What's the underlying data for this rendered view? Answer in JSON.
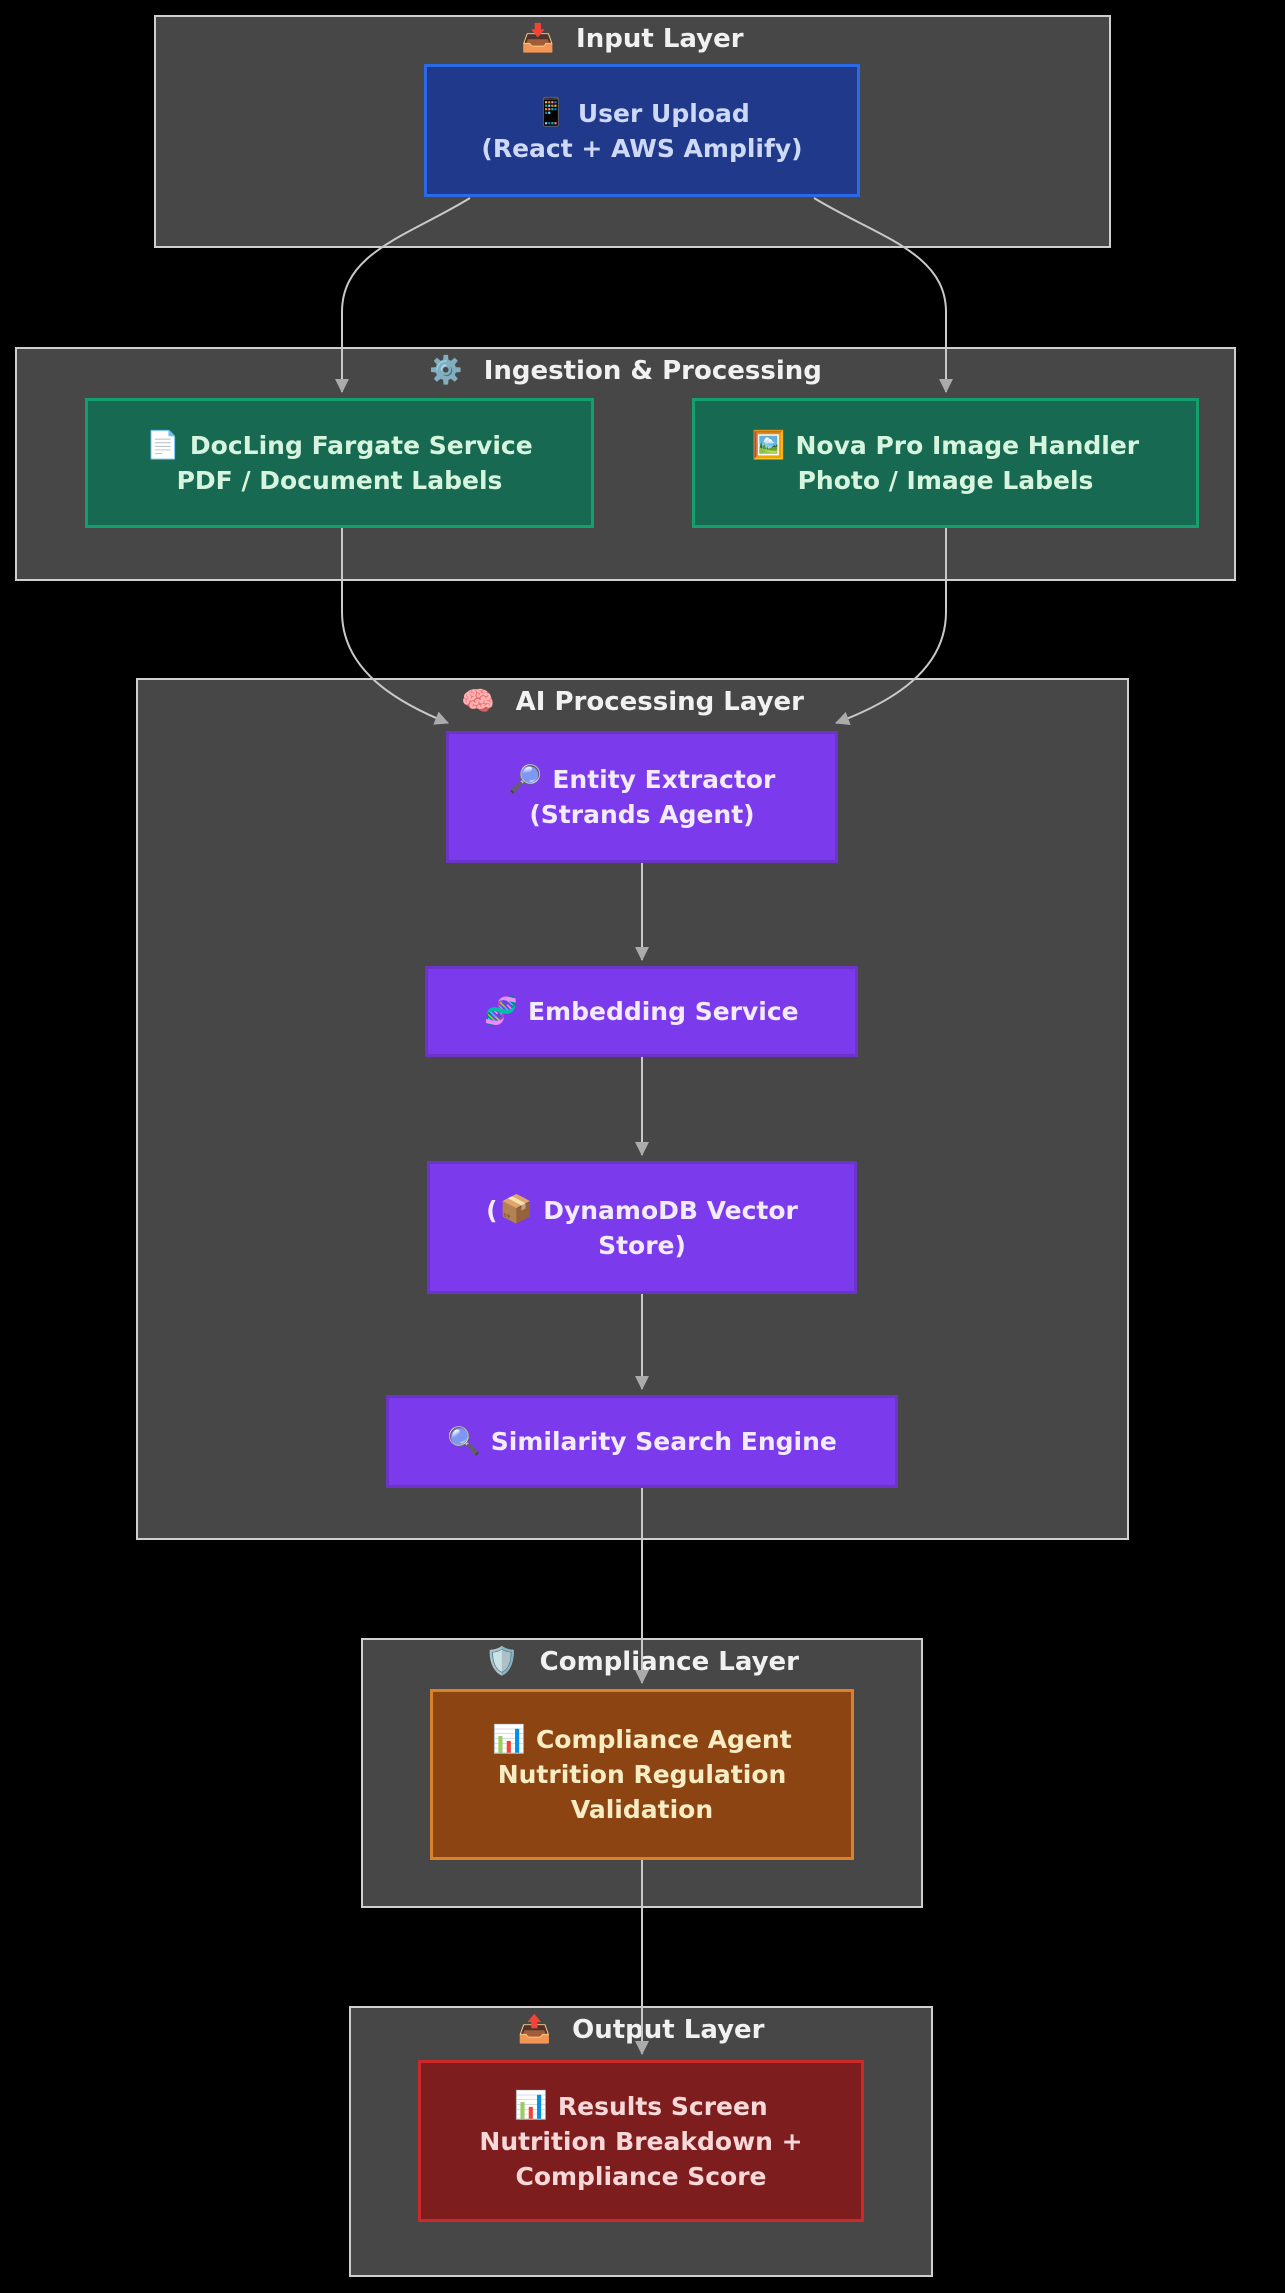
{
  "diagram": {
    "type": "flowchart",
    "background": "#000000",
    "edge_color": "#c9c9c9",
    "arrowhead_color": "#ababab",
    "container_fill": "#474747",
    "container_border": "#cfcfcf"
  },
  "layers": {
    "input": {
      "icon": "📥",
      "title": "Input Layer"
    },
    "ingestion": {
      "icon": "⚙️",
      "title": "Ingestion & Processing"
    },
    "ai": {
      "icon": "🧠",
      "title": "AI Processing Layer"
    },
    "compliance": {
      "icon": "🛡️",
      "title": "Compliance Layer"
    },
    "output": {
      "icon": "📤",
      "title": "Output Layer"
    }
  },
  "nodes": {
    "user_upload": {
      "icon": "📱",
      "line1": "User Upload",
      "line2": "(React + AWS Amplify)",
      "fill": "#21398a",
      "border": "#2a6ae8",
      "text_color": "#cdd9f7"
    },
    "docling": {
      "icon": "📄",
      "line1": "DocLing Fargate Service",
      "line2": "PDF / Document Labels",
      "fill": "#176a51",
      "border": "#13a06c",
      "text_color": "#d6f4de"
    },
    "nova": {
      "icon": "🖼️",
      "line1": "Nova Pro Image Handler",
      "line2": "Photo / Image Labels",
      "fill": "#176a51",
      "border": "#13a06c",
      "text_color": "#d6f4de"
    },
    "entity": {
      "icon": "🔎",
      "line1": "Entity Extractor",
      "line2": "(Strands Agent)",
      "fill": "#7b3aec",
      "border": "#6c34c9",
      "text_color": "#f1ebfc"
    },
    "embedding": {
      "icon": "🧬",
      "line1": "Embedding Service",
      "fill": "#7b3aec",
      "border": "#6c34c9",
      "text_color": "#f1ebfc"
    },
    "dynamodb": {
      "prefix": "(",
      "icon": "📦",
      "line1": "DynamoDB Vector",
      "line2": "Store)",
      "fill": "#7b3aec",
      "border": "#6c34c9",
      "text_color": "#f1ebfc"
    },
    "similarity": {
      "icon": "🔍",
      "line1": "Similarity Search Engine",
      "fill": "#7b3aec",
      "border": "#6c34c9",
      "text_color": "#f1ebfc"
    },
    "compliance_agent": {
      "icon": "📊",
      "line1": "Compliance Agent",
      "line2": "Nutrition Regulation",
      "line3": "Validation",
      "fill": "#8c4512",
      "border": "#da812b",
      "text_color": "#f6edc4"
    },
    "results": {
      "icon": "📊",
      "line1": "Results Screen",
      "line2": "Nutrition Breakdown +",
      "line3": "Compliance Score",
      "fill": "#7e1d1d",
      "border": "#cc2a2a",
      "text_color": "#f6d8d8"
    }
  },
  "edges": [
    {
      "from": "user_upload",
      "to": "docling"
    },
    {
      "from": "user_upload",
      "to": "nova"
    },
    {
      "from": "docling",
      "to": "entity"
    },
    {
      "from": "nova",
      "to": "entity"
    },
    {
      "from": "entity",
      "to": "embedding"
    },
    {
      "from": "embedding",
      "to": "dynamodb"
    },
    {
      "from": "dynamodb",
      "to": "similarity"
    },
    {
      "from": "similarity",
      "to": "compliance_agent"
    },
    {
      "from": "compliance_agent",
      "to": "results"
    }
  ]
}
